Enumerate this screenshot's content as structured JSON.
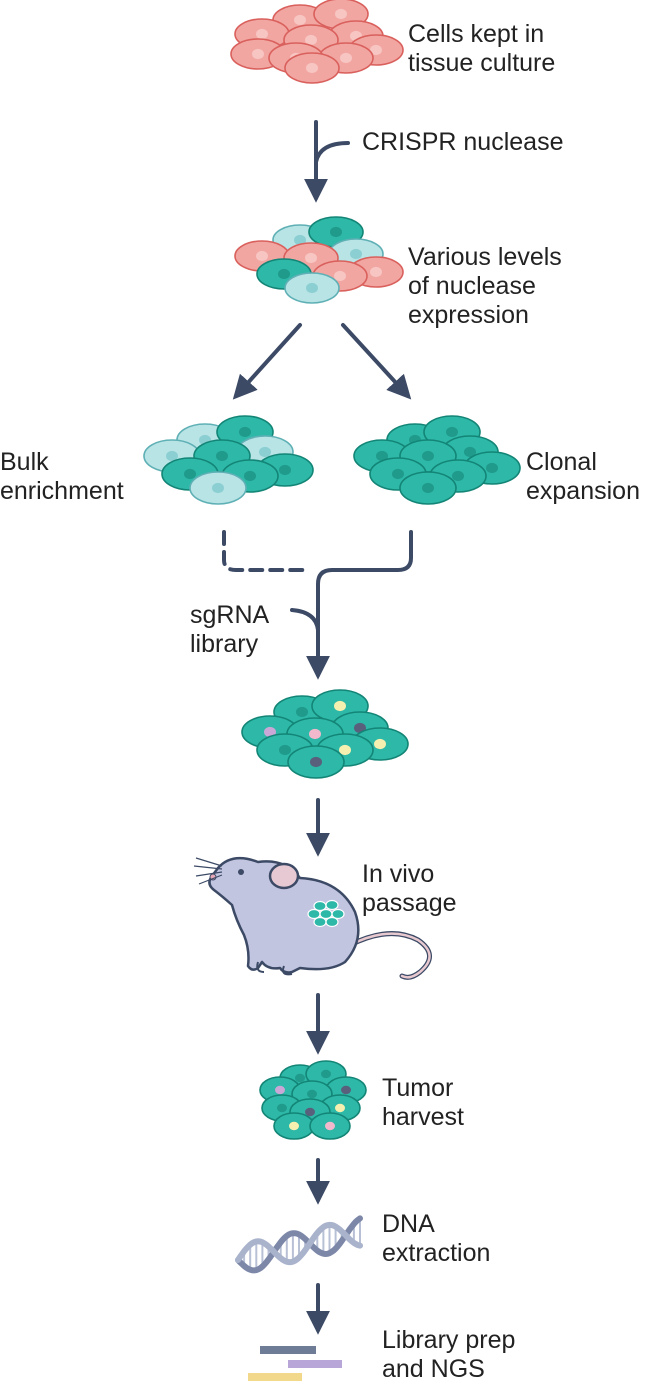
{
  "labels": {
    "cells_culture": [
      "Cells kept in",
      "tissue culture"
    ],
    "crispr": "CRISPR nuclease",
    "various_levels": [
      "Various levels",
      "of nuclease",
      "expression"
    ],
    "bulk": [
      "Bulk",
      "enrichment"
    ],
    "clonal": [
      "Clonal",
      "expansion"
    ],
    "sgrna": [
      "sgRNA",
      "library"
    ],
    "in_vivo": [
      "In vivo",
      "passage"
    ],
    "tumor": [
      "Tumor",
      "harvest"
    ],
    "dna": [
      "DNA",
      "extraction"
    ],
    "library_prep": [
      "Library prep",
      "and NGS"
    ]
  },
  "colors": {
    "arrow": "#3c4a66",
    "pink_fill": "#f2a6a2",
    "pink_stroke": "#d9605c",
    "teal_fill": "#2eb8a8",
    "teal_stroke": "#138576",
    "light_teal_fill": "#b8e4e6",
    "light_teal_stroke": "#5fb0b5",
    "mouse_fill": "#c2c5e0",
    "mouse_stroke": "#3c4a66",
    "dna_color": "#8a96b8",
    "ngs_bar_1": "#6f7c96",
    "ngs_bar_2": "#b9a6d8",
    "ngs_bar_3": "#f2d88a"
  }
}
